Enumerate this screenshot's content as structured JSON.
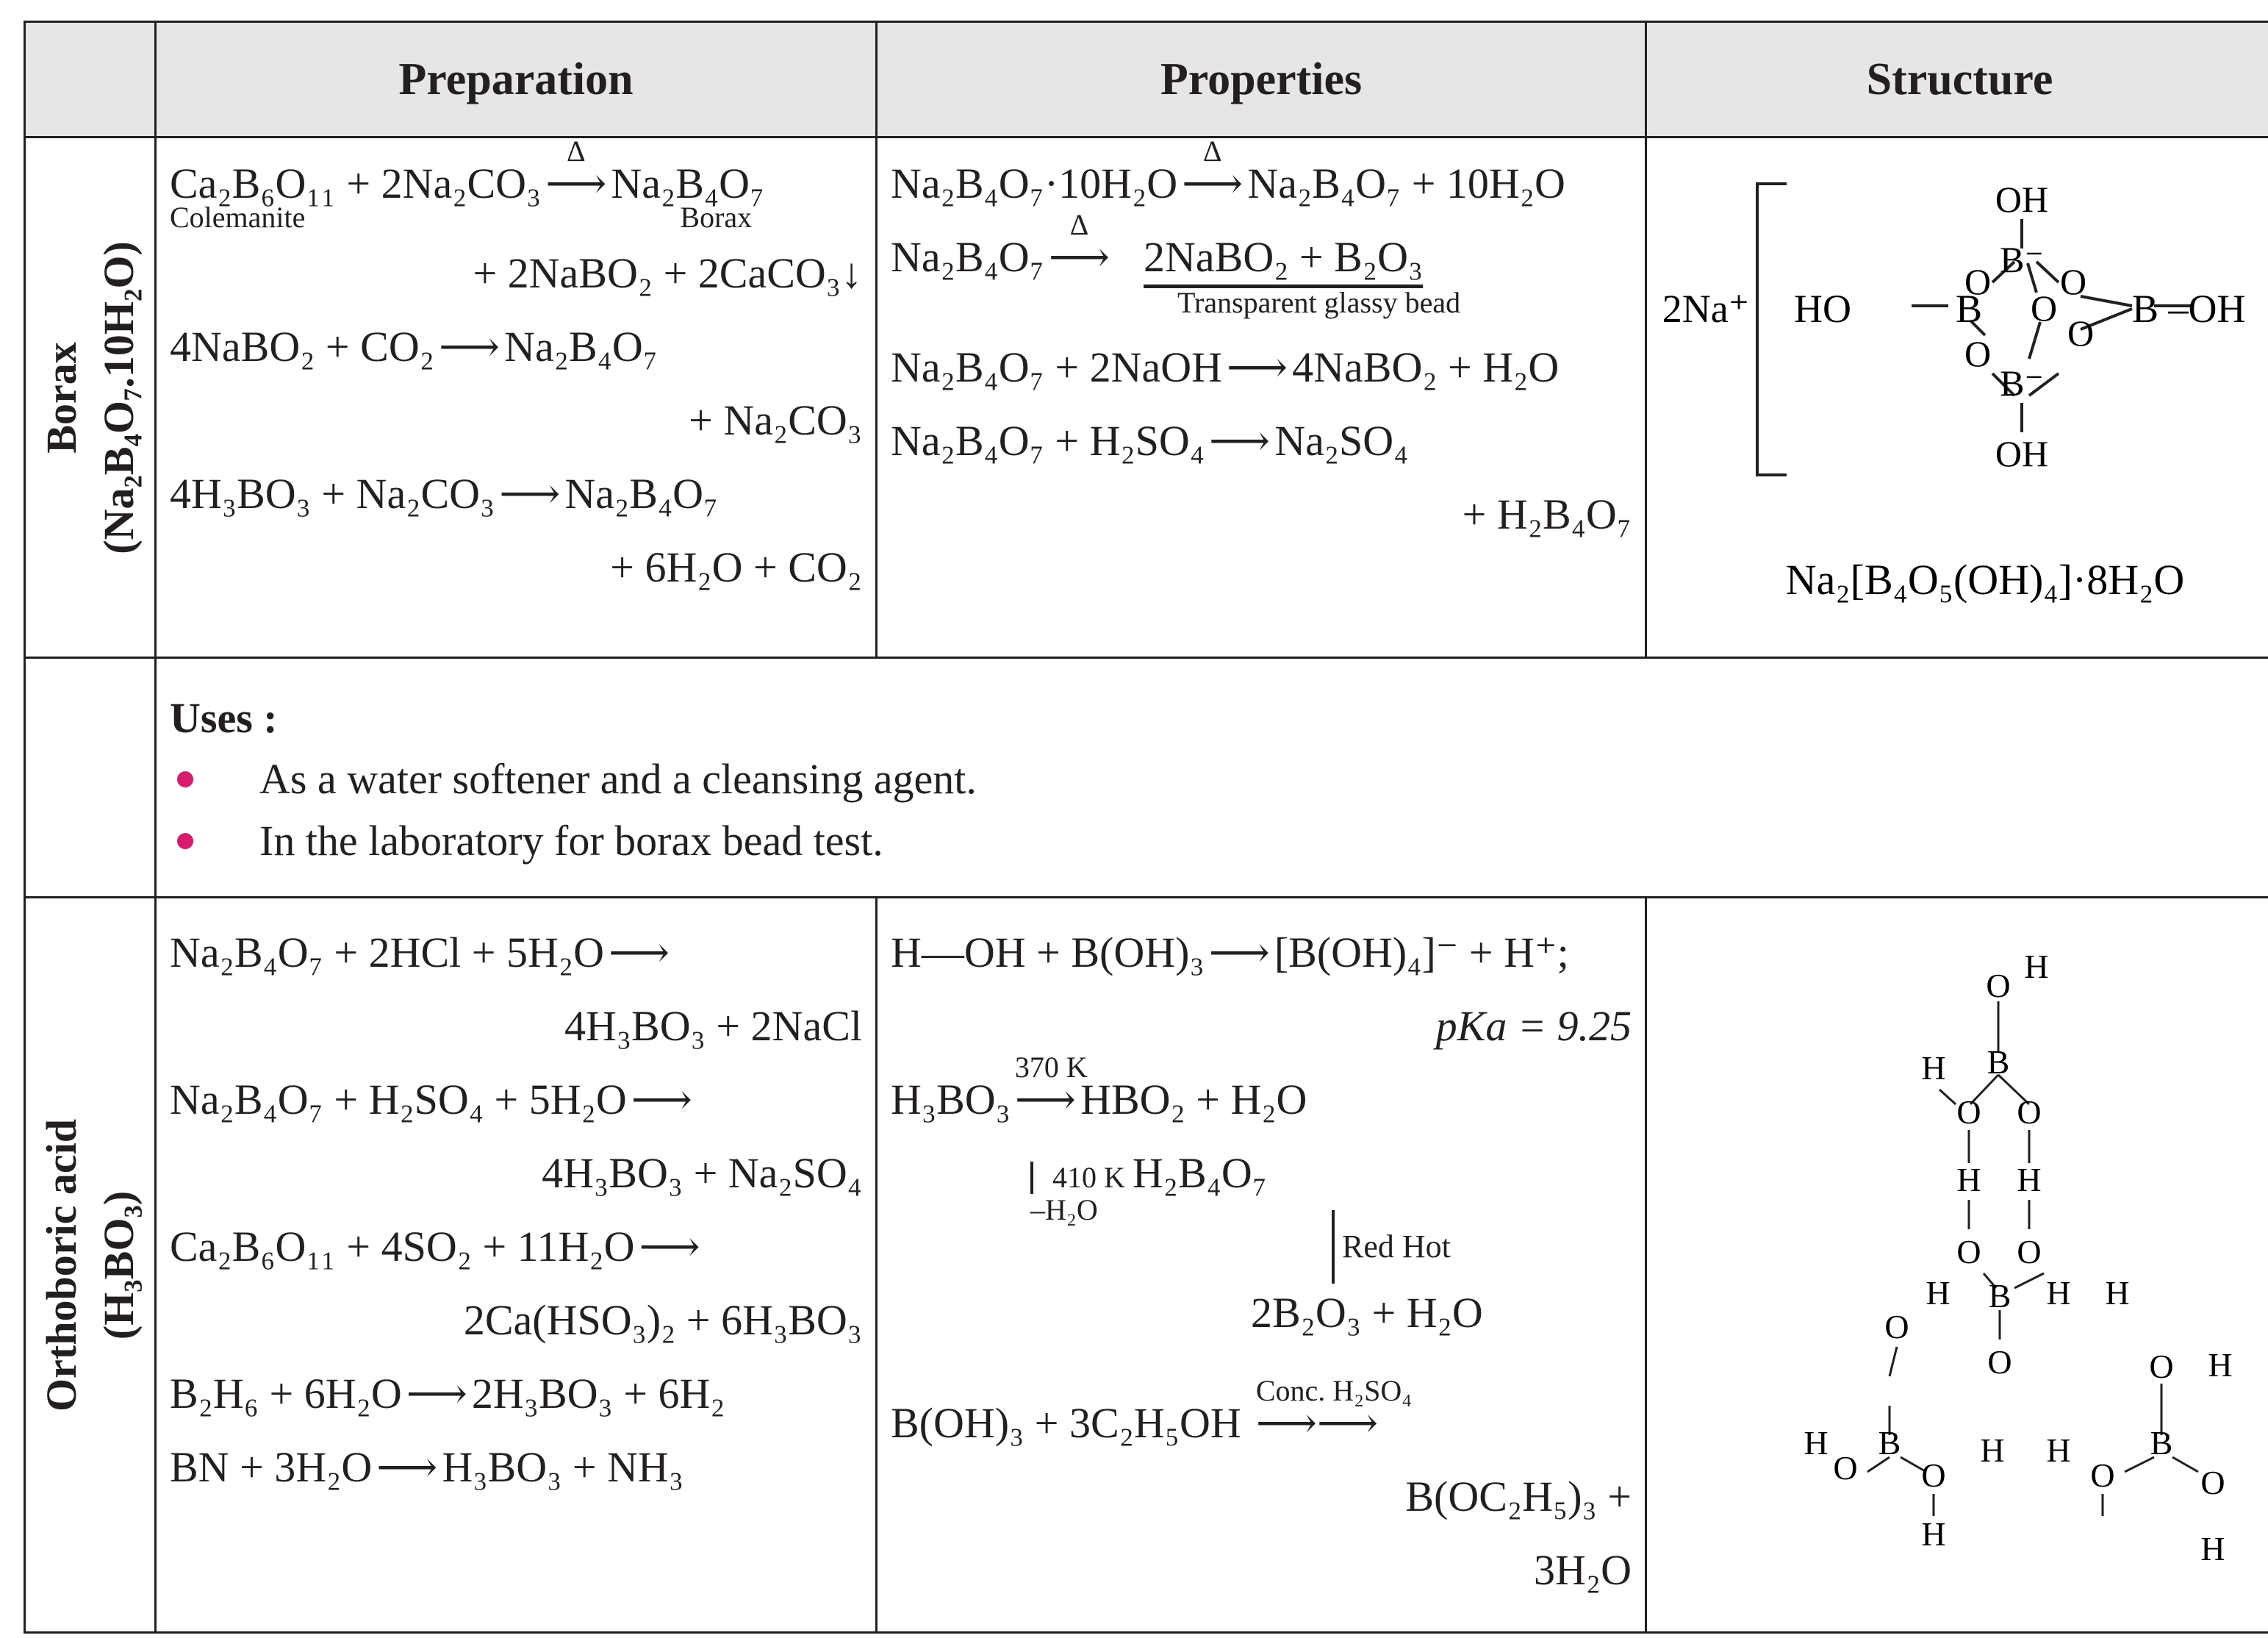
{
  "header": {
    "col1": "",
    "col2": "Preparation",
    "col3": "Properties",
    "col4": "Structure"
  },
  "borax": {
    "name": "Borax",
    "formula": "(Na₂B₄O₇.10H₂O)",
    "prep": {
      "l1a": "Ca₂B₆O₁₁ + 2Na₂CO₃",
      "l1arrow": "Δ",
      "l1b": "Na₂B₄O₇",
      "l1la": "Colemanite",
      "l1lb": "Borax",
      "l2": "+ 2NaBO₂ + 2CaCO₃↓",
      "l3a": "4NaBO₂ + CO₂",
      "l3b": "Na₂B₄O₇",
      "l4": "+ Na₂CO₃",
      "l5a": "4H₃BO₃ + Na₂CO₃",
      "l5b": "Na₂B₄O₇",
      "l6": "+ 6H₂O + CO₂"
    },
    "prop": {
      "l1a": "Na₂B₄O₇·10H₂O",
      "l1arrow": "Δ",
      "l1b": "Na₂B₄O₇ + 10H₂O",
      "l2a": "Na₂B₄O₇",
      "l2arrow": "Δ",
      "l2b": "2NaBO₂ + B₂O₃",
      "l2note": "Transparent glassy bead",
      "l3a": "Na₂B₄O₇ + 2NaOH",
      "l3b": "4NaBO₂ + H₂O",
      "l4a": "Na₂B₄O₇ + H₂SO₄",
      "l4b": "Na₂SO₄",
      "l5": "+ H₂B₄O₇"
    },
    "structure": {
      "cation": "2Na⁺",
      "oh_top": "OH",
      "oh_bottom": "OH",
      "ho_left": "HO",
      "oh_right": "B –OH",
      "b_top": "B⁻",
      "b_bottom": "B⁻",
      "b_left": "B",
      "o": "O",
      "formula": "Na₂[B₄O₅(OH)₄]·8H₂O"
    }
  },
  "uses": {
    "heading": "Uses :",
    "items": [
      "As a water softener and a cleansing agent.",
      "In the laboratory for borax bead test."
    ],
    "bullet_color": "#d81b6b"
  },
  "orthoboric": {
    "name": "Orthoboric acid",
    "formula": "(H₃BO₃)",
    "prep": {
      "l1": "Na₂B₄O₇ + 2HCl + 5H₂O",
      "l2": "4H₃BO₃ + 2NaCl",
      "l3": "Na₂B₄O₇ + H₂SO₄ + 5H₂O",
      "l4": "4H₃BO₃ + Na₂SO₄",
      "l5": "Ca₂B₆O₁₁ + 4SO₂ + 11H₂O",
      "l6": "2Ca(HSO₃)₂ + 6H₃BO₃",
      "l7a": "B₂H₆ + 6H₂O",
      "l7b": "2H₃BO₃ + 6H₂",
      "l8a": "BN + 3H₂O",
      "l8b": "H₃BO₃ + NH₃"
    },
    "prop": {
      "l1a": "H—OH + B(OH)₃",
      "l1b": "[B(OH)₄]⁻ + H⁺;",
      "l2": "pKa = 9.25",
      "l3a": "H₃BO₃",
      "l3arrow": "370 K",
      "l3b": "HBO₂ + H₂O",
      "l4arrow": "410 K",
      "l4minus": "–H₂O",
      "l4b": "H₂B₄O₇",
      "l5arrow": "Red Hot",
      "l6": "2B₂O₃ + H₂O",
      "l7a": "B(OH)₃ + 3C₂H₅OH",
      "l7arrow": "Conc. H₂SO₄",
      "l8": "B(OC₂H₅)₃ +",
      "l9": "3H₂O"
    },
    "structure": {
      "h": "H",
      "o": "O",
      "b": "B"
    }
  }
}
